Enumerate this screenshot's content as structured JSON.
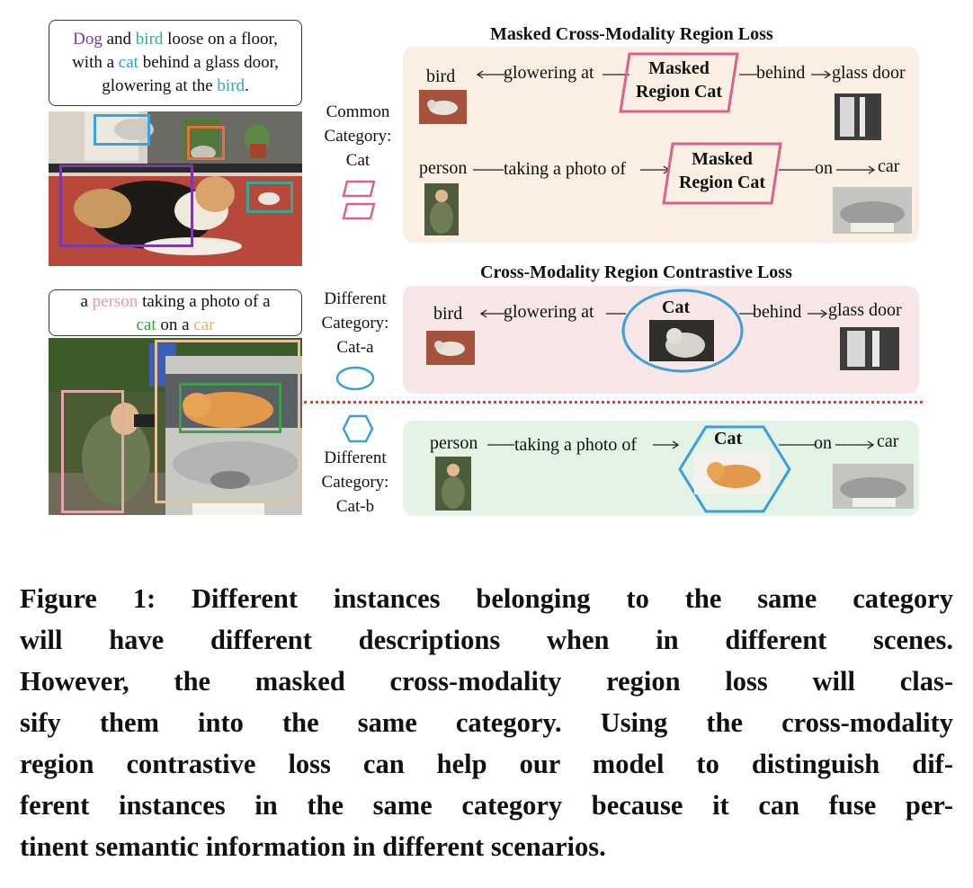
{
  "top_caption": {
    "line1": [
      {
        "t": "Dog",
        "c": "#7a3aa0"
      },
      {
        "t": " and ",
        "c": "#111"
      },
      {
        "t": "bird",
        "c": "#3aa79a"
      },
      {
        "t": " loose on a floor,",
        "c": "#111"
      }
    ],
    "line2": [
      {
        "t": "with a ",
        "c": "#111"
      },
      {
        "t": "cat",
        "c": "#2f9fd0"
      },
      {
        "t": " behind a glass door,",
        "c": "#111"
      }
    ],
    "line3": [
      {
        "t": "glowering at the ",
        "c": "#111"
      },
      {
        "t": "bird",
        "c": "#3aa79a"
      },
      {
        "t": ".",
        "c": "#111"
      }
    ]
  },
  "bottom_caption": {
    "line1": [
      {
        "t": "a ",
        "c": "#111"
      },
      {
        "t": "person",
        "c": "#e89aa0"
      },
      {
        "t": " taking a photo of a",
        "c": "#111"
      }
    ],
    "line2": [
      {
        "t": "cat",
        "c": "#3aa04a"
      },
      {
        "t": " on a ",
        "c": "#111"
      },
      {
        "t": "car",
        "c": "#e0b07a"
      }
    ]
  },
  "side_labels": {
    "common": [
      "Common",
      "Category:",
      "Cat"
    ],
    "diff_a": [
      "Different",
      "Category:",
      "Cat-a"
    ],
    "diff_b": [
      "Different",
      "Category:",
      "Cat-b"
    ]
  },
  "panel1": {
    "title": "Masked Cross-Modality Region Loss",
    "row1": {
      "left": "bird",
      "rel1": "glowering at",
      "node": [
        "Masked",
        "Region Cat"
      ],
      "rel2": "behind",
      "right": "glass door"
    },
    "row2": {
      "left": "person",
      "rel1": "taking a photo of",
      "node": [
        "Masked",
        "Region Cat"
      ],
      "rel2": "on",
      "right": "car"
    }
  },
  "panel2": {
    "title": "Cross-Modality Region Contrastive Loss",
    "row": {
      "left": "bird",
      "rel1": "glowering at",
      "node": "Cat",
      "rel2": "behind",
      "right": "glass door"
    }
  },
  "panel3": {
    "row": {
      "left": "person",
      "rel1": "taking a photo of",
      "node": "Cat",
      "rel2": "on",
      "right": "car"
    }
  },
  "figure_caption": [
    "Figure 1: Different instances belonging to the same category",
    "will have different descriptions when in different scenes.",
    "However, the masked cross-modality region loss will clas-",
    "sify them into the same category. Using the cross-modality",
    "region contrastive loss can help our model to distinguish dif-",
    "ferent instances in the same category because it can fuse per-",
    "tinent semantic information in different scenarios."
  ],
  "colors": {
    "panel1_bg": "#fbefe3",
    "panel2_bg": "#f9e6e6",
    "panel3_bg": "#e3f3e5",
    "masked_node": "#d9628e",
    "contrast_node": "#3a9fdc",
    "divider": "#e23a3a"
  }
}
